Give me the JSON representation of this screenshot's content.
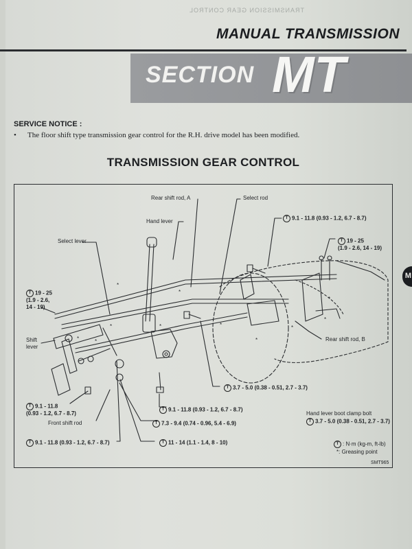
{
  "page": {
    "title": "MANUAL TRANSMISSION",
    "section_word": "SECTION",
    "section_code": "MT",
    "tab_letter": "M"
  },
  "notice": {
    "heading": "SERVICE NOTICE :",
    "bullet": "•",
    "text": "The floor shift type transmission gear control for the R.H. drive model has been modified."
  },
  "figure": {
    "title": "TRANSMISSION GEAR CONTROL",
    "torque_symbol": "T",
    "labels": {
      "rear_shift_rod_a": "Rear shift rod, A",
      "select_rod": "Select rod",
      "hand_lever": "Hand lever",
      "select_lever": "Select lever",
      "shift_lever": "Shift\nlever",
      "front_shift_rod": "Front shift rod",
      "rear_shift_rod_b": "Rear shift rod, B",
      "boot_bolt_line1": "Hand lever boot clamp bolt"
    },
    "torques": {
      "top_right_upper": "9.1 - 11.8 (0.93 - 1.2, 6.7 - 8.7)",
      "top_right_lower_1": "19 - 25",
      "top_right_lower_2": "(1.9 - 2.6, 14 - 19)",
      "left_1": "19 - 25",
      "left_2": "(1.9 - 2.6,",
      "left_3": "14 - 19)",
      "center_37": "3.7 - 5.0 (0.38 - 0.51, 2.7 - 3.7)",
      "left_bottom_1": "9.1 - 11.8",
      "left_bottom_2": "(0.93 - 1.2, 6.7 - 8.7)",
      "center_91": "9.1 - 11.8 (0.93 - 1.2, 6.7 - 8.7)",
      "center_73": "7.3 - 9.4 (0.74 - 0.96, 5.4 - 6.9)",
      "bottom_left": "9.1 - 11.8 (0.93 - 1.2, 6.7 - 8.7)",
      "bottom_11": "11 - 14 (1.1 - 1.4, 8 - 10)",
      "boot_bolt": "3.7 - 5.0 (0.38 - 0.51, 2.7 - 3.7)"
    },
    "legend": {
      "torque_units": ": N·m (kg-m, ft-lb)",
      "grease": ": Greasing point",
      "grease_symbol": "*"
    },
    "figure_code": "SMT965"
  }
}
